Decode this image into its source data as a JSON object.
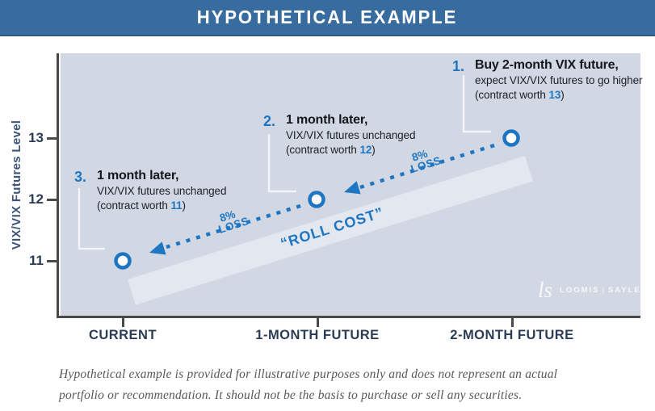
{
  "header": {
    "title": "HYPOTHETICAL EXAMPLE"
  },
  "chart_data": {
    "type": "scatter",
    "title": "HYPOTHETICAL EXAMPLE",
    "ylabel": "VIX/VIX Futures Level",
    "categories": [
      "CURRENT",
      "1-MONTH FUTURE",
      "2-MONTH FUTURE"
    ],
    "values": [
      11,
      12,
      13
    ],
    "y_ticks": [
      "13",
      "12",
      "11"
    ],
    "ylim": [
      10.5,
      14
    ],
    "grid": false,
    "marker": "open-circle",
    "band_label": "“ROLL COST”",
    "arrows": [
      {
        "from": "2-MONTH FUTURE",
        "to": "1-MONTH FUTURE",
        "label": "8% LOSS"
      },
      {
        "from": "1-MONTH FUTURE",
        "to": "CURRENT",
        "label": "8% LOSS"
      }
    ],
    "legend_position": "none"
  },
  "labels": {
    "loss_pct": "8%",
    "loss_word": "LOSS"
  },
  "annotations": [
    {
      "number": "1.",
      "title": "Buy 2-month VIX future,",
      "line2": "expect VIX/VIX futures to go higher",
      "pre": "(contract worth ",
      "value": "13",
      "post": ")"
    },
    {
      "number": "2.",
      "title": "1 month later,",
      "line2": "VIX/VIX futures unchanged",
      "pre": "(contract worth ",
      "value": "12",
      "post": ")"
    },
    {
      "number": "3.",
      "title": "1 month later,",
      "line2": "VIX/VIX futures unchanged",
      "pre": "(contract worth ",
      "value": "11",
      "post": ")"
    }
  ],
  "logo": {
    "monogram": "ls",
    "name_left": "LOOMIS",
    "divider": "|",
    "name_right": "SAYLES"
  },
  "footer": {
    "line1": "Hypothetical example is provided for illustrative purposes only and does not represent an actual",
    "line2": "portfolio or recommendation. It should not be the basis to purchase or sell any securities."
  },
  "colors": {
    "header_bg": "#386C9E",
    "plot_bg": "#D2D8E3",
    "band": "#E3E7EF",
    "accent_blue": "#1E76C2",
    "navy_text": "#2C3C55",
    "axis_line": "#4A4A4A",
    "footer_text": "#57585A"
  }
}
